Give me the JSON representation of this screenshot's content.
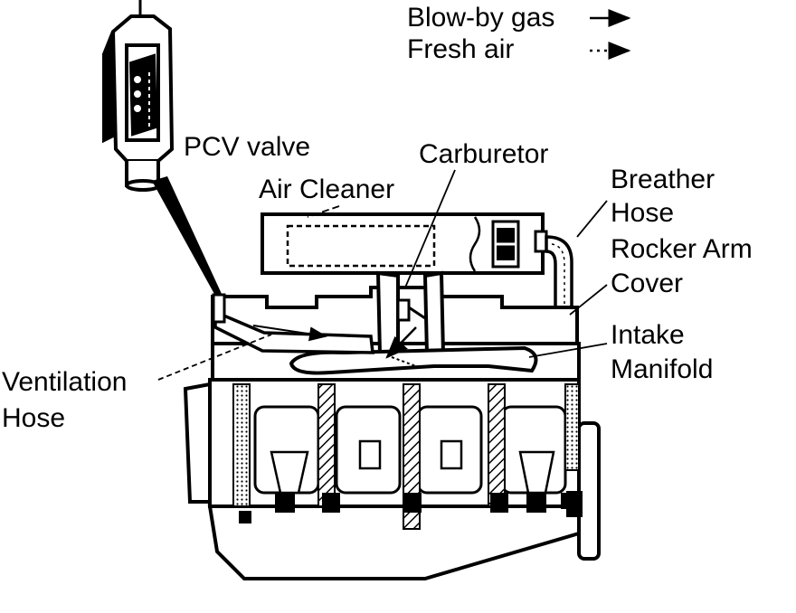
{
  "legend": {
    "blowby_label": "Blow-by gas",
    "fresh_air_label": "Fresh air"
  },
  "labels": {
    "pcv_valve": "PCV valve",
    "carburetor": "Carburetor",
    "air_cleaner": "Air Cleaner",
    "breather_hose_line1": "Breather",
    "breather_hose_line2": "Hose",
    "rocker_arm_cover_line1": "Rocker Arm",
    "rocker_arm_cover_line2": "Cover",
    "intake_manifold_line1": "Intake",
    "intake_manifold_line2": "Manifold",
    "ventilation_hose_line1": "Ventilation",
    "ventilation_hose_line2": "Hose"
  },
  "colors": {
    "ink": "#000000",
    "paper": "#ffffff"
  }
}
